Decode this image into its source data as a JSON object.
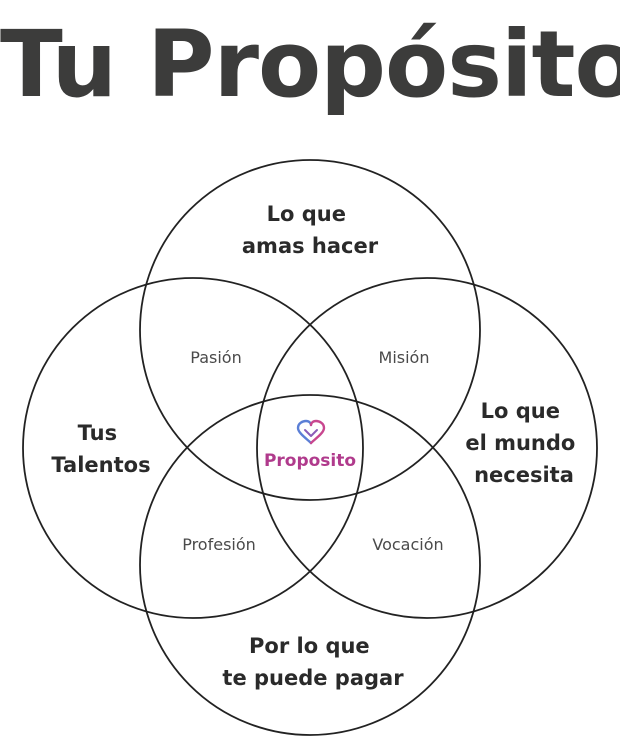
{
  "title": "Tu Propósito",
  "colors": {
    "accent": "#b03a8c",
    "heart_blue": "#5b7fd6",
    "heart_pink": "#c8478f",
    "text_dark": "#2a2a2a",
    "text_light": "#4a4a4a"
  },
  "sets": {
    "top": [
      "Lo que",
      "amas hacer"
    ],
    "left": [
      "Tus",
      "Talentos"
    ],
    "right": [
      "Lo que",
      "el mundo",
      "necesita"
    ],
    "bottom": [
      "Por lo que",
      "te puede pagar"
    ]
  },
  "overlaps": {
    "top_left": "Pasión",
    "top_right": "Misión",
    "bottom_left": "Profesión",
    "bottom_right": "Vocación"
  },
  "center": {
    "label": "Proposito",
    "icon": "heart-icon"
  }
}
